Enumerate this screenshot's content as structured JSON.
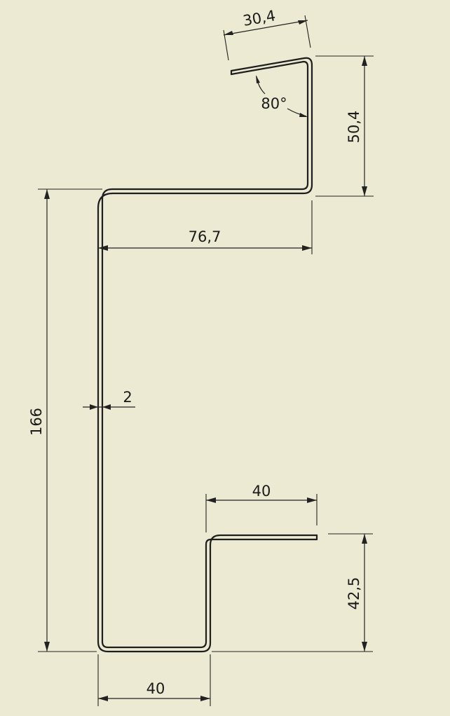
{
  "drawing": {
    "background": "#ecead2",
    "line_color": "#1e1e1e",
    "dimensions": {
      "top_lip_length": "30,4",
      "top_lip_angle": "80°",
      "top_flange_height": "50,4",
      "top_flange_width": "76,7",
      "web_height": "166",
      "thickness": "2",
      "bottom_lip_width": "40",
      "bottom_lip_height": "42,5",
      "bottom_flange_width": "40"
    }
  }
}
